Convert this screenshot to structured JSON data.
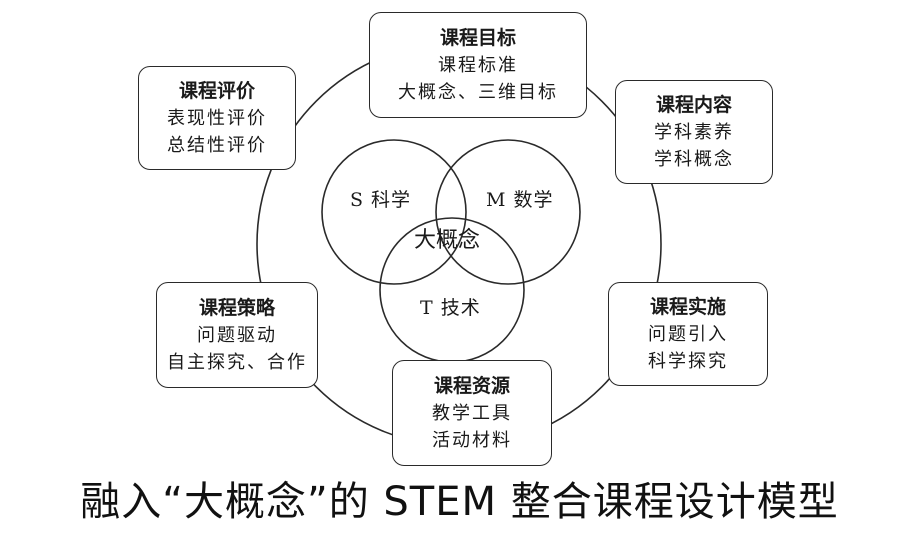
{
  "diagram": {
    "center": "大概念",
    "venn": {
      "science": "S 科学",
      "math": "M 数学",
      "tech": "T 技术"
    },
    "boxes": {
      "goal": {
        "title": "课程目标",
        "lines": [
          "课程标准",
          "大概念、三维目标"
        ]
      },
      "content": {
        "title": "课程内容",
        "lines": [
          "学科素养",
          "学科概念"
        ]
      },
      "implement": {
        "title": "课程实施",
        "lines": [
          "问题引入",
          "科学探究"
        ]
      },
      "resource": {
        "title": "课程资源",
        "lines": [
          "教学工具",
          "活动材料"
        ]
      },
      "strategy": {
        "title": "课程策略",
        "lines": [
          "问题驱动",
          "自主探究、合作"
        ]
      },
      "evaluation": {
        "title": "课程评价",
        "lines": [
          "表现性评价",
          "总结性评价"
        ]
      }
    }
  },
  "caption": "融入“大概念”的 STEM 整合课程设计模型"
}
